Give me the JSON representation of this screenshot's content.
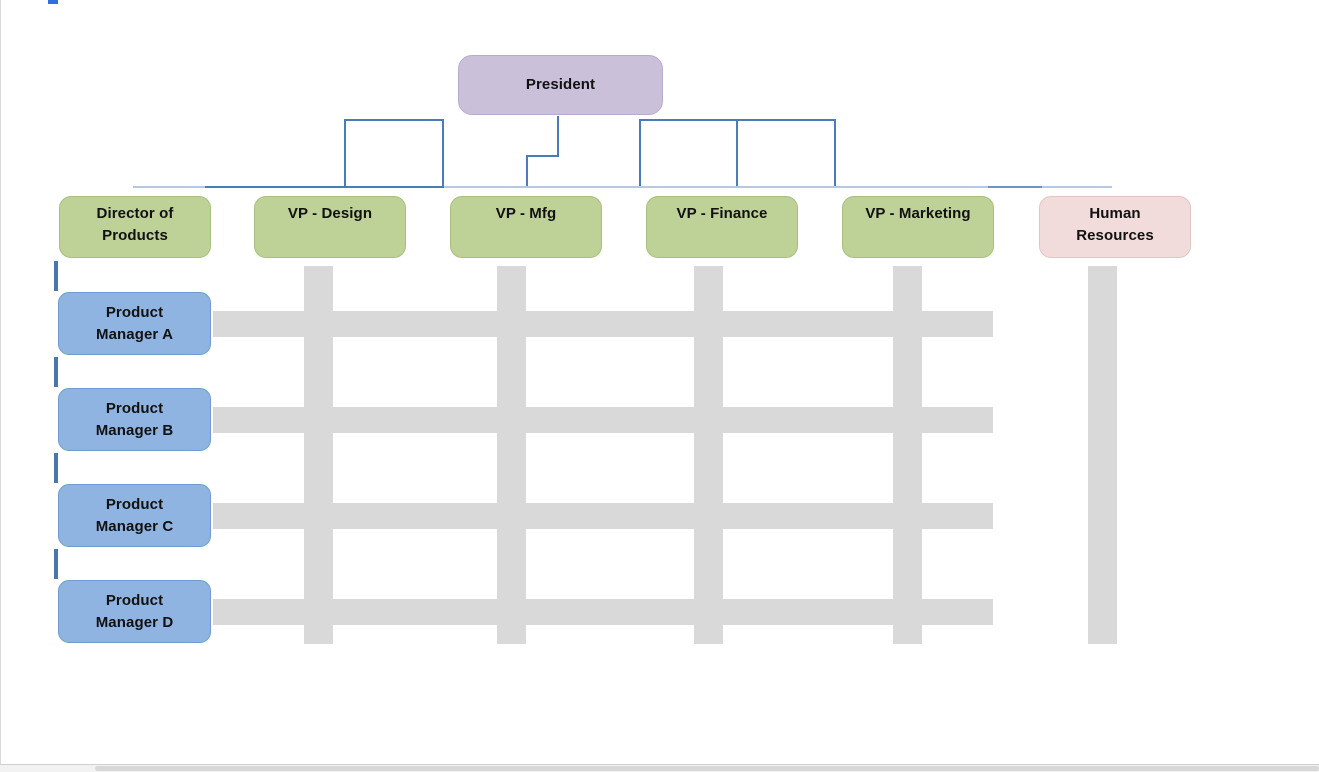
{
  "org_chart": {
    "title_hint": "matrix-organization-chart",
    "president": {
      "label": "President"
    },
    "executives": [
      {
        "label": "Director of Products",
        "type": "director"
      },
      {
        "label": "VP - Design",
        "type": "vp"
      },
      {
        "label": "VP - Mfg",
        "type": "vp"
      },
      {
        "label": "VP - Finance",
        "type": "vp"
      },
      {
        "label": "VP - Marketing",
        "type": "vp"
      },
      {
        "label": "Human Resources",
        "type": "hr"
      }
    ],
    "product_managers": [
      {
        "label": "Product Manager A"
      },
      {
        "label": "Product Manager B"
      },
      {
        "label": "Product Manager C"
      },
      {
        "label": "Product Manager D"
      }
    ]
  },
  "colors": {
    "president_fill": "#cac0da",
    "executive_fill": "#bed197",
    "hr_fill": "#f2dcdb",
    "product_manager_fill": "#8fb4e2",
    "matrix_bar": "#d9d9d9",
    "connector_blue": "#4a7db8",
    "connector_light": "#b7c9e0"
  }
}
